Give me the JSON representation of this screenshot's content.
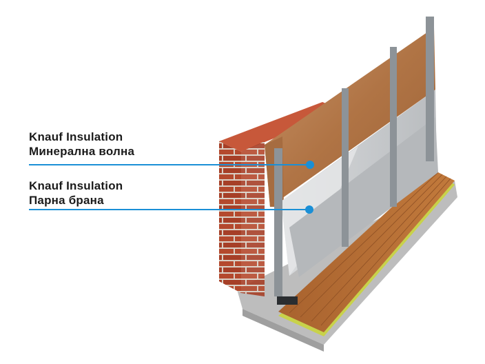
{
  "callouts": [
    {
      "line1": "Knauf Insulation",
      "line2": "Минерална волна"
    },
    {
      "line1": "Knauf Insulation",
      "line2": "Парна брана"
    }
  ],
  "colors": {
    "callout_line": "#1a8fd6",
    "brick": "#b4492d",
    "mortar": "#d9cfc4",
    "insulation": "#b77f4f",
    "vapour_barrier": "#cfd1d3",
    "steel_profile": "#8d9398",
    "wood_floor": "#a8622e",
    "floor_underlay": "#c8d24a",
    "concrete": "#bfbfbf"
  }
}
